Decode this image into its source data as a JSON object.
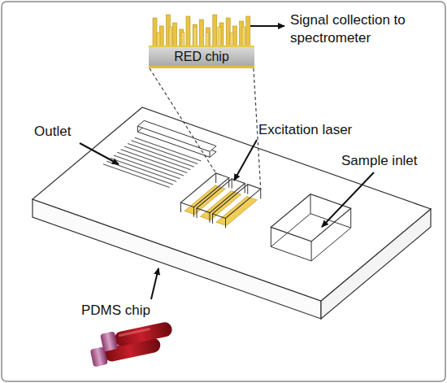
{
  "diagram": {
    "nodes": [
      {
        "text": [
          "RED chip"
        ]
      }
    ],
    "labels": [
      "Signal collection to spectrometer",
      "Outlet",
      "Excitation laser",
      "Sample inlet",
      "PDMS chip"
    ]
  }
}
